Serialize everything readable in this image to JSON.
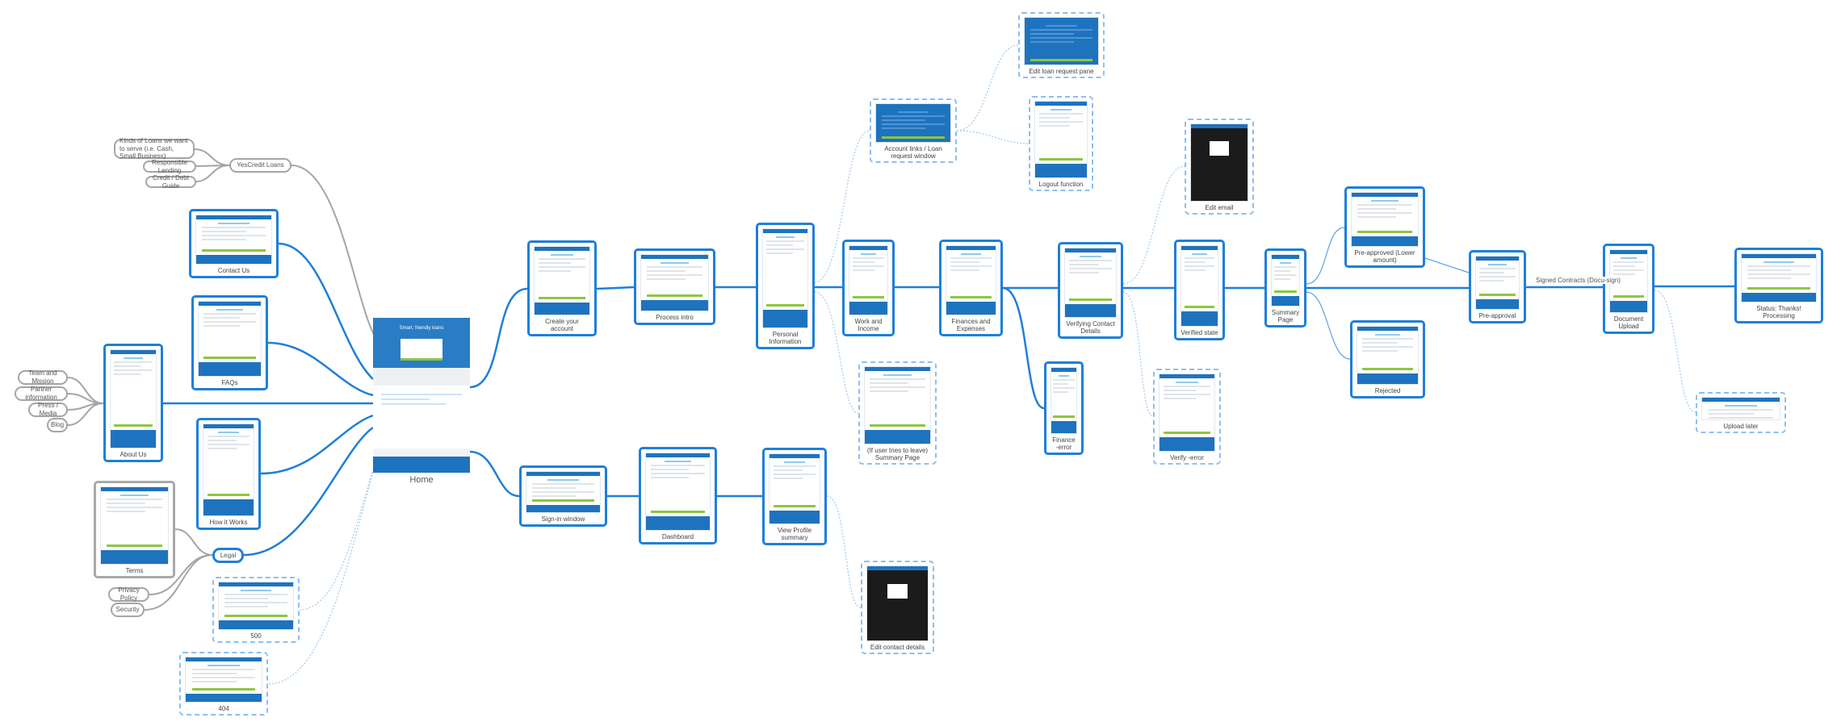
{
  "nodes": {
    "home": "Home",
    "yescredit_loans": "YesCredit Loans",
    "kinds_of_loans": "Kinds of Loans we want to serve (i.e. Cash, Small Business)",
    "responsible_lending": "Responsible Lending",
    "credit_debt_guide": "Credit / Debt Guide",
    "contact_us": "Contact Us",
    "faqs": "FAQs",
    "about_us": "About Us",
    "team_and_mission": "Team and Mission",
    "partner_information": "Partner information",
    "press_media": "Press / Media",
    "blog": "Blog",
    "how_it_works": "How it Works",
    "terms": "Terms",
    "legal": "Legal",
    "privacy_policy": "Privacy Policy",
    "security": "Security",
    "error_500": "500",
    "error_404": "404",
    "create_account": "Create your account",
    "process_intro": "Process intro",
    "personal_information": "Personal Information",
    "account_links": "Account links / Loan request window",
    "edit_loan_request": "Edit loan request pane",
    "logout_function": "Logout function",
    "work_and_income": "Work and Income",
    "finances_and_expenses": "Finances and Expenses",
    "leave_summary": "(If user tries to leave) Summary Page",
    "finance_error": "Finance -error",
    "verifying_contact": "Verifying Contact Details",
    "edit_email": "Edit email",
    "verified_state": "Verified state",
    "verify_error": "Verify -error",
    "summary_page": "Summary Page",
    "pre_approved_lower": "Pre-approved (Lower amount)",
    "rejected": "Rejected",
    "pre_approval": "Pre-approval",
    "document_upload": "Document Upload",
    "status_processing": "Status: Thanks! Processing",
    "upload_later": "Upload later",
    "sign_in": "Sign-in window",
    "dashboard": "Dashboard",
    "view_profile": "View Profile summary",
    "edit_contact": "Edit contact details"
  },
  "home_preview": {
    "hero_title": "Smart, friendly loans"
  },
  "edges": {
    "signed_contracts": "Signed Contracts (Docu-sign)"
  },
  "colors": {
    "primary": "#1e7fd9",
    "optional": "#8cbff0",
    "legacy": "#a5a5a5",
    "accent_green": "#8dc63f"
  }
}
